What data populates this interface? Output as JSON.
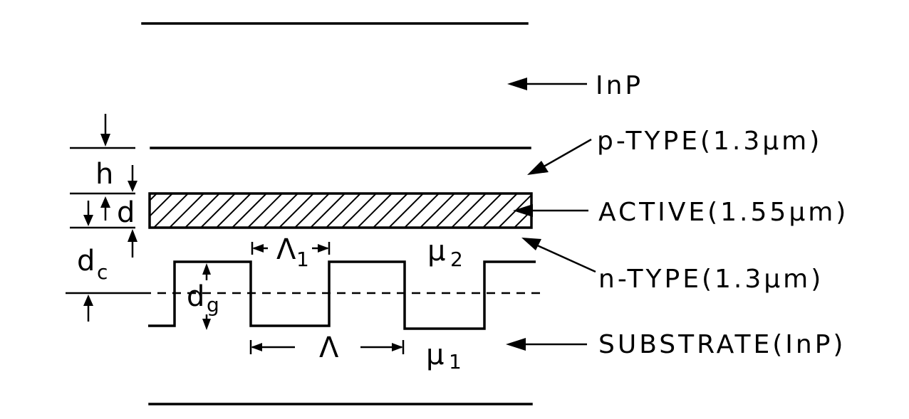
{
  "layers": {
    "top": "InP",
    "p_type": "p-TYPE(1.3μm)",
    "active": "ACTIVE(1.55μm)",
    "n_type": "n-TYPE(1.3μm)",
    "substrate": "SUBSTRATE(InP)"
  },
  "dimensions": {
    "h": "h",
    "d": "d",
    "dc_main": "d",
    "dc_sub": "c",
    "dg_main": "d",
    "dg_sub": "g",
    "lambda": "Λ",
    "lambda1_main": "Λ",
    "lambda1_sub": "1"
  },
  "media": {
    "mu2_main": "μ",
    "mu2_sub": "2",
    "mu1_main": "μ",
    "mu1_sub": "1"
  }
}
